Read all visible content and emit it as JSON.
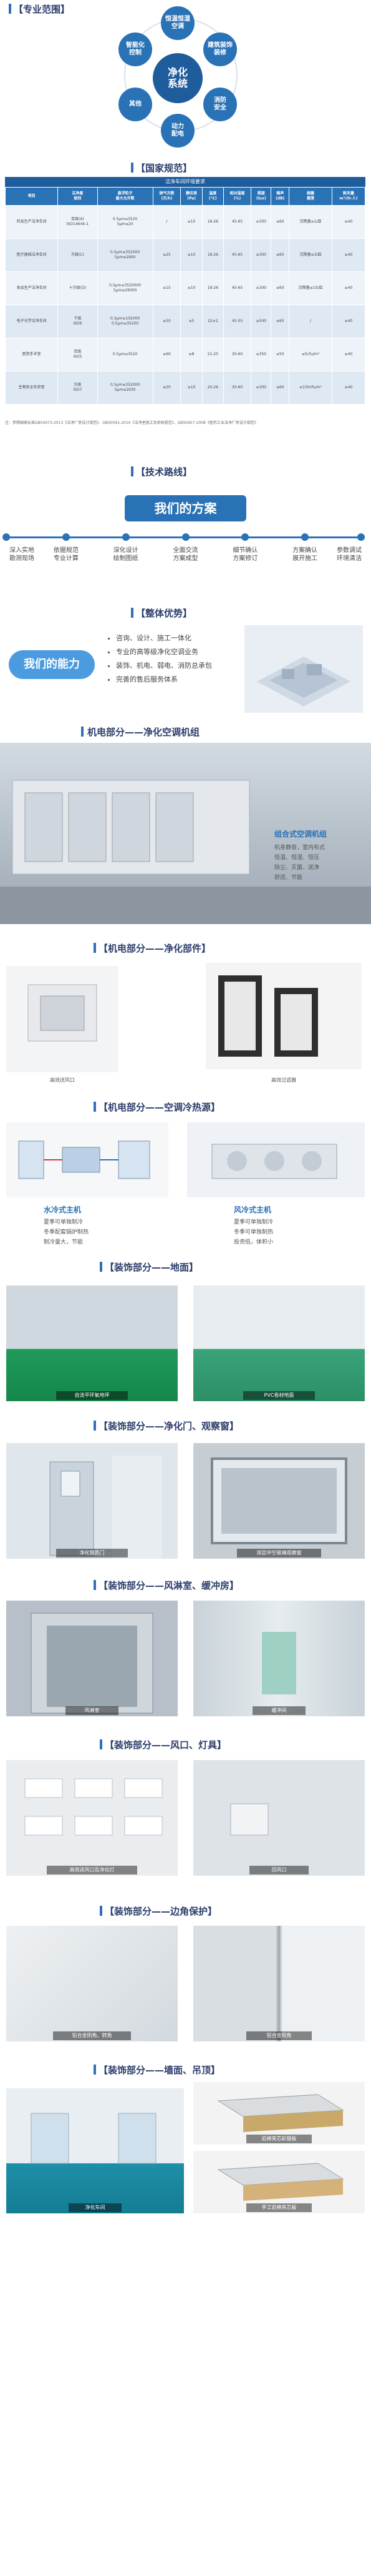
{
  "sections": {
    "scope": "【专业范围】",
    "standards": "【国家规范】",
    "tech": "【技术路线】",
    "advantage": "【整体优势】",
    "ahu": "机电部分——净化空调机组",
    "parts": "【机电部分——净化部件】",
    "source": "【机电部分——空调冷热源】",
    "floor": "【装饰部分——地面】",
    "door": "【装饰部分——净化门、观察窗】",
    "shower": "【装饰部分——风淋室、缓冲房】",
    "lamp": "【装饰部分——风口、灯具】",
    "corner": "【装饰部分——边角保护】",
    "wall": "【装饰部分——墙面、吊顶】"
  },
  "scope": {
    "center": "净化\n系统",
    "items": [
      "恒温恒湿\n空调",
      "建筑装饰\n装修",
      "消防\n安全",
      "动力\n配电",
      "其他",
      "智能化\n控制"
    ]
  },
  "standards": {
    "caption": "洁净车间环境要求",
    "headers": [
      "项目",
      "洁净度\n级别",
      "悬浮粒子\n最大允许数",
      "换气次数\n(次/h)",
      "静压差\n(Pa)",
      "温度\n(℃)",
      "相对湿度\n(%)",
      "照度\n(lux)",
      "噪声\n(dB)",
      "细菌\n菌落",
      "新风量\nm³/(h·人)"
    ],
    "rows": [
      [
        "药品生产洁净车间",
        "百级(A)\nISO14644-1",
        "0.5μm≤3520\n5μm≤20",
        "/",
        "≥10",
        "18-26",
        "45-65",
        "≥300",
        "≤60",
        "沉降菌≤1/皿",
        "≥40"
      ],
      [
        "医疗器械洁净车间",
        "万级(C)",
        "0.5μm≤352000\n5μm≤2900",
        "≥25",
        "≥10",
        "18-26",
        "45-65",
        "≥300",
        "≤60",
        "沉降菌≤3/皿",
        "≥40"
      ],
      [
        "食品生产洁净车间",
        "十万级(D)",
        "0.5μm≤3520000\n5μm≤29000",
        "≥15",
        "≥10",
        "18-26",
        "45-65",
        "≥300",
        "≤60",
        "沉降菌≤10/皿",
        "≥40"
      ],
      [
        "电子光学洁净车间",
        "千级\nISO6",
        "0.3μm≤102000\n0.5μm≤35200",
        "≥50",
        "≥5",
        "22±2",
        "45-55",
        "≥500",
        "≤65",
        "/",
        "≥40"
      ],
      [
        "医院手术室",
        "百级\nISO5",
        "0.5μm≤3520",
        "≥60",
        "≥8",
        "21-25",
        "30-60",
        "≥350",
        "≤50",
        "≤5cfu/m³",
        "≥40"
      ],
      [
        "生物安全实验室",
        "万级\nISO7",
        "0.5μm≤352000\n5μm≤2930",
        "≥20",
        "≥10",
        "20-26",
        "30-60",
        "≥300",
        "≤60",
        "≤150cfu/m³",
        "≥40"
      ]
    ],
    "note": "注：参照国家标准GB50073-2013《洁净厂房设计规范》、GB50591-2010《洁净室施工及验收规范》、GB50457-2008《医药工业洁净厂房设计规范》"
  },
  "tech": {
    "banner": "我们的方案",
    "steps": [
      "深入实地\n勘测现场",
      "依据规范\n专业计算",
      "深化设计\n绘制图纸",
      "全面交流\n方案成型",
      "细节确认\n方案修订",
      "方案确认\n展开施工",
      "参数调试\n环境清洁"
    ]
  },
  "advantage": {
    "banner": "我们的能力",
    "items": [
      "咨询、设计、施工一体化",
      "专业的高等级净化空调业务",
      "装饰、机电、弱电、消防总承包",
      "完善的售后服务体系"
    ]
  },
  "ahu": {
    "title": "组合式空调机组",
    "desc": [
      "机身静音，室内布式",
      "恒温、恒湿、恒压",
      "除尘、灭菌、送净",
      "舒适、节能"
    ]
  },
  "parts": {
    "left": "高效送风口",
    "right": "高效过滤器"
  },
  "source": {
    "left_title": "水冷式主机",
    "left_desc": [
      "夏季可单独制冷",
      "冬季配套锅炉制热",
      "制冷量大，节能"
    ],
    "right_title": "风冷式主机",
    "right_desc": [
      "夏季可单独制冷",
      "冬季可单独制热",
      "投资低，体积小"
    ]
  },
  "floor": {
    "left": "自流平环氧地坪",
    "right": "PVC卷材地面"
  },
  "door": {
    "left": "净化钢质门",
    "right": "双层中空玻璃观察窗"
  },
  "shower": {
    "left": "风淋室",
    "right": "缓冲间"
  },
  "lamp": {
    "left": "高效送风口及净化灯",
    "right": "回风口"
  },
  "corner": {
    "left": "铝合金阴角、转角",
    "right": "铝合金阳角"
  },
  "wall": {
    "left": "净化车间",
    "right_top": "岩棉夹芯彩钢板",
    "right_bottom": "手工岩棉夹芯板"
  }
}
